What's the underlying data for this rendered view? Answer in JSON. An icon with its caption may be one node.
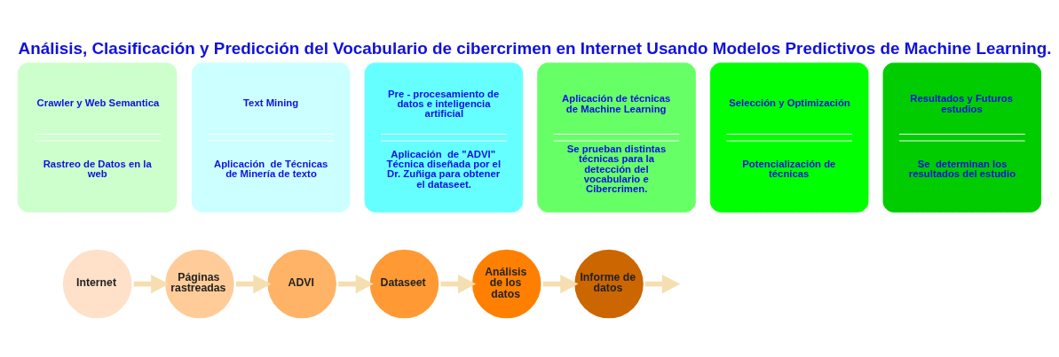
{
  "diagram": {
    "title": "Análisis, Clasificación y Predicción del Vocabulario de cibercrimen en Internet Usando Modelos Predictivos de Machine Learning.",
    "nodes": [
      {
        "text": [
          "Crawler y Web Semantica",
          "Rastreo de Datos en la web"
        ]
      },
      {
        "text": [
          "Text Mining",
          "Aplicación  de Técnicas de Minería de texto"
        ]
      },
      {
        "text": [
          "Pre - procesamiento de datos e inteligencia artificial",
          "Aplicación  de \"ADVI\" Técnica diseñada por el Dr. Zuñiga para obtener el dataseet."
        ]
      },
      {
        "text": [
          "Aplicación de técnicas de Machine Learning",
          "Se prueban distintas técnicas para la detección del vocabulario e Cibercrimen."
        ]
      },
      {
        "text": [
          "Selección y Optimización",
          "Potencialización de técnicas"
        ]
      },
      {
        "text": [
          "Resultados y Futuros estudios",
          "Se  determinan los resultados del estudio"
        ]
      },
      {
        "text": [
          "Internet"
        ]
      },
      {
        "text": [
          "Páginas rastreadas"
        ]
      },
      {
        "text": [
          "ADVI"
        ]
      },
      {
        "text": [
          "Dataseet"
        ]
      },
      {
        "text": [
          "Análisis de los datos"
        ]
      },
      {
        "text": [
          "Informe de datos"
        ]
      }
    ],
    "edges": [
      {
        "from": 6,
        "to": 7,
        "arrow": "to"
      },
      {
        "from": 7,
        "to": 8,
        "arrow": "to"
      },
      {
        "from": 8,
        "to": 9,
        "arrow": "to"
      },
      {
        "from": 9,
        "to": 10,
        "arrow": "to"
      },
      {
        "from": 10,
        "to": 11,
        "arrow": "to"
      },
      {
        "from": 11,
        "to": null,
        "arrow": "to"
      }
    ]
  }
}
